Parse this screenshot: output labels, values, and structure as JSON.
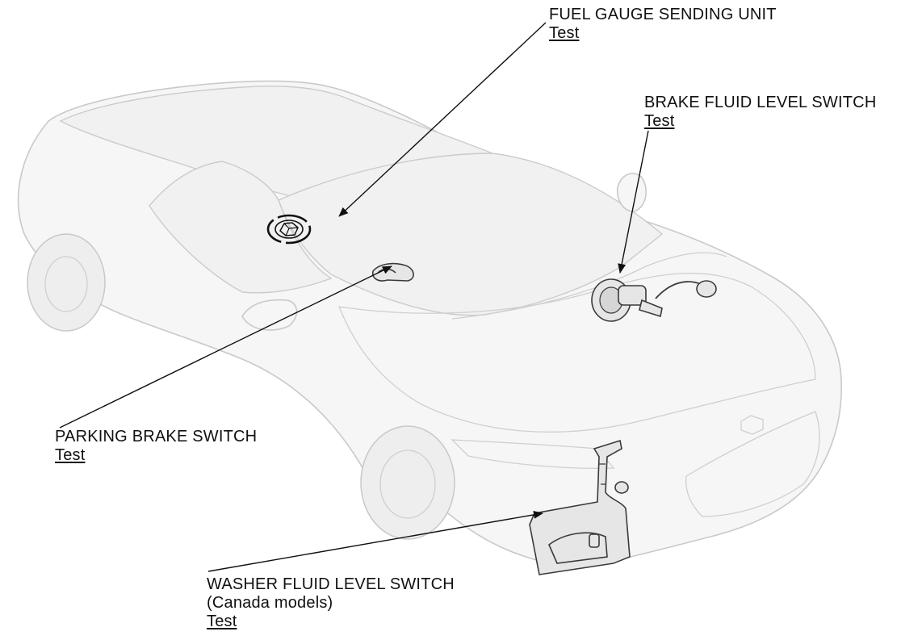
{
  "callouts": {
    "fuel_gauge": {
      "title": "FUEL GAUGE SENDING UNIT",
      "link": "Test"
    },
    "brake_fluid": {
      "title": "BRAKE FLUID LEVEL SWITCH",
      "link": "Test"
    },
    "parking_brake": {
      "title": "PARKING BRAKE SWITCH",
      "link": "Test"
    },
    "washer_fluid": {
      "title": "WASHER FLUID LEVEL SWITCH",
      "subtitle": "(Canada models)",
      "link": "Test"
    }
  },
  "colors": {
    "car_body": "#f6f6f6",
    "car_outline": "#c9c9c9",
    "leader_line": "#111111",
    "part_outline": "#3a3a3a"
  },
  "icons": {
    "fuel_gauge_location": "hexagon-target-icon"
  }
}
